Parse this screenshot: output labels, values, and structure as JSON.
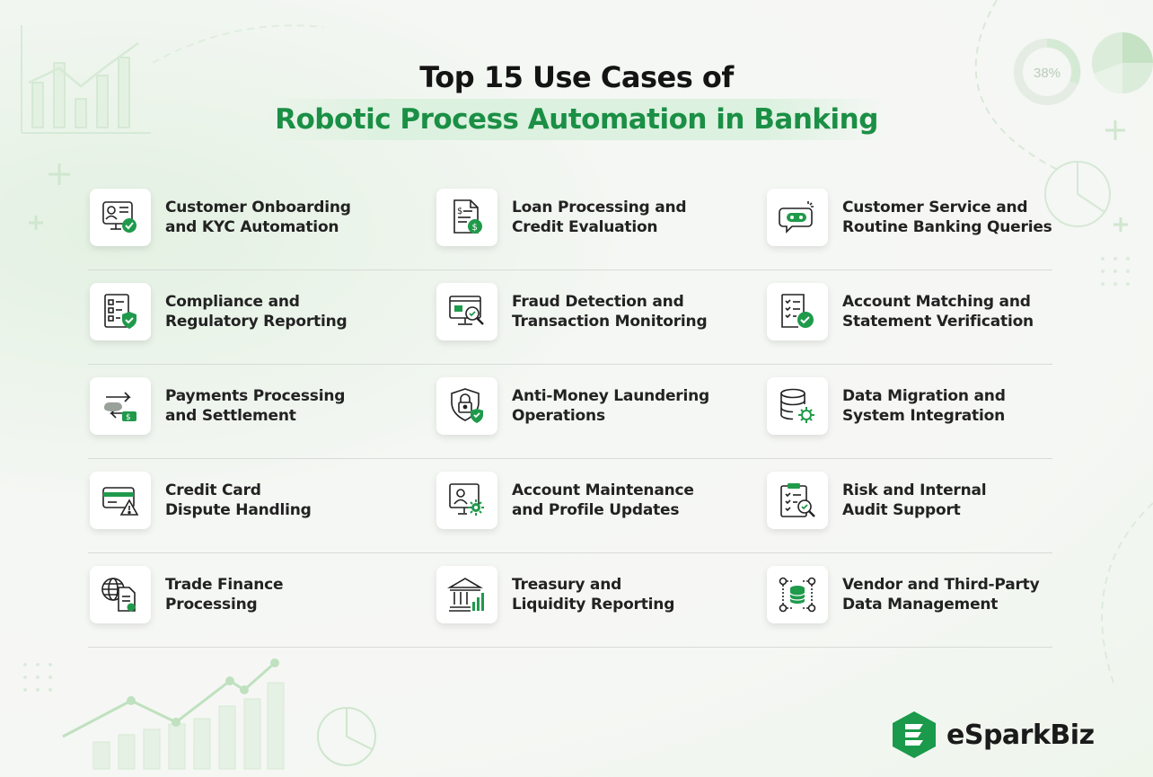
{
  "header": {
    "line1": "Top 15 Use Cases of",
    "line2": "Robotic Process Automation in Banking"
  },
  "deco": {
    "donut_percent": "38%"
  },
  "use_cases": [
    {
      "line1": "Customer Onboarding",
      "line2": "and KYC Automation",
      "icon": "id-card-check-icon"
    },
    {
      "line1": "Loan Processing and",
      "line2": "Credit Evaluation",
      "icon": "loan-document-icon"
    },
    {
      "line1": "Customer Service and",
      "line2": "Routine Banking Queries",
      "icon": "chatbot-icon"
    },
    {
      "line1": "Compliance and",
      "line2": "Regulatory Reporting",
      "icon": "checklist-shield-icon"
    },
    {
      "line1": "Fraud Detection and",
      "line2": "Transaction Monitoring",
      "icon": "monitor-search-icon"
    },
    {
      "line1": "Account Matching and",
      "line2": "Statement Verification",
      "icon": "checklist-verify-icon"
    },
    {
      "line1": "Payments Processing",
      "line2": "and Settlement",
      "icon": "payment-arrows-icon"
    },
    {
      "line1": "Anti-Money Laundering",
      "line2": "Operations",
      "icon": "lock-shield-icon"
    },
    {
      "line1": "Data Migration and",
      "line2": "System Integration",
      "icon": "database-gear-icon"
    },
    {
      "line1": "Credit Card",
      "line2": "Dispute Handling",
      "icon": "card-warning-icon"
    },
    {
      "line1": "Account Maintenance",
      "line2": "and Profile Updates",
      "icon": "profile-gear-icon"
    },
    {
      "line1": "Risk and Internal",
      "line2": "Audit Support",
      "icon": "clipboard-search-icon"
    },
    {
      "line1": "Trade Finance",
      "line2": "Processing",
      "icon": "globe-document-icon"
    },
    {
      "line1": "Treasury and",
      "line2": "Liquidity Reporting",
      "icon": "bank-chart-icon"
    },
    {
      "line1": "Vendor and Third-Party",
      "line2": "Data Management",
      "icon": "data-network-icon"
    }
  ],
  "brand": {
    "name": "eSparkBiz",
    "color": "#1a9a4a"
  },
  "colors": {
    "accent_green": "#1a8f45",
    "icon_green": "#1f9a4b",
    "text_dark": "#222222"
  }
}
